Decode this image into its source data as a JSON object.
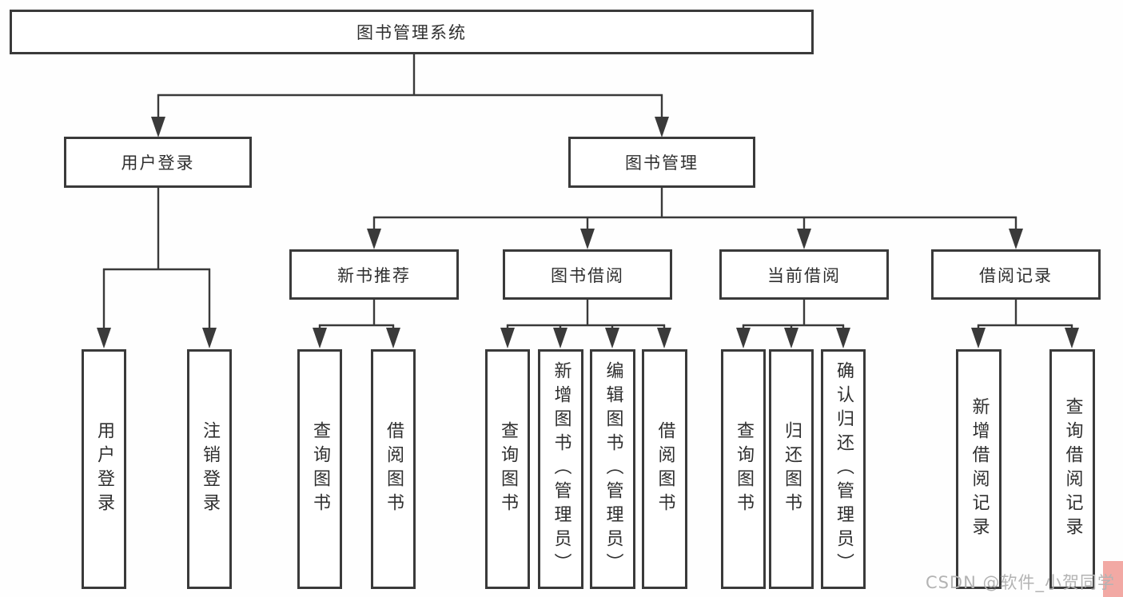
{
  "diagram": {
    "root": {
      "label": "图书管理系统"
    },
    "level2": [
      {
        "label": "用户登录"
      },
      {
        "label": "图书管理"
      }
    ],
    "level3": [
      {
        "label": "新书推荐"
      },
      {
        "label": "图书借阅"
      },
      {
        "label": "当前借阅"
      },
      {
        "label": "借阅记录"
      }
    ],
    "leaves": [
      {
        "label": "用户登录"
      },
      {
        "label": "注销登录"
      },
      {
        "label": "查询图书"
      },
      {
        "label": "借阅图书"
      },
      {
        "label": "查询图书"
      },
      {
        "label": "新增图书（管理员）"
      },
      {
        "label": "编辑图书（管理员）"
      },
      {
        "label": "借阅图书"
      },
      {
        "label": "查询图书"
      },
      {
        "label": "归还图书"
      },
      {
        "label": "确认归还（管理员）"
      },
      {
        "label": "新增借阅记录"
      },
      {
        "label": "查询借阅记录"
      }
    ]
  },
  "watermark": {
    "text": "CSDN @软件_小贺同学"
  },
  "colors": {
    "line": "#3a3a3a",
    "box_border": "#3a3a3a",
    "text": "#2f2f2f",
    "background": "#ffffff",
    "watermark_text": "#b3b3b3",
    "watermark_highlight": "#f2a9a4"
  }
}
